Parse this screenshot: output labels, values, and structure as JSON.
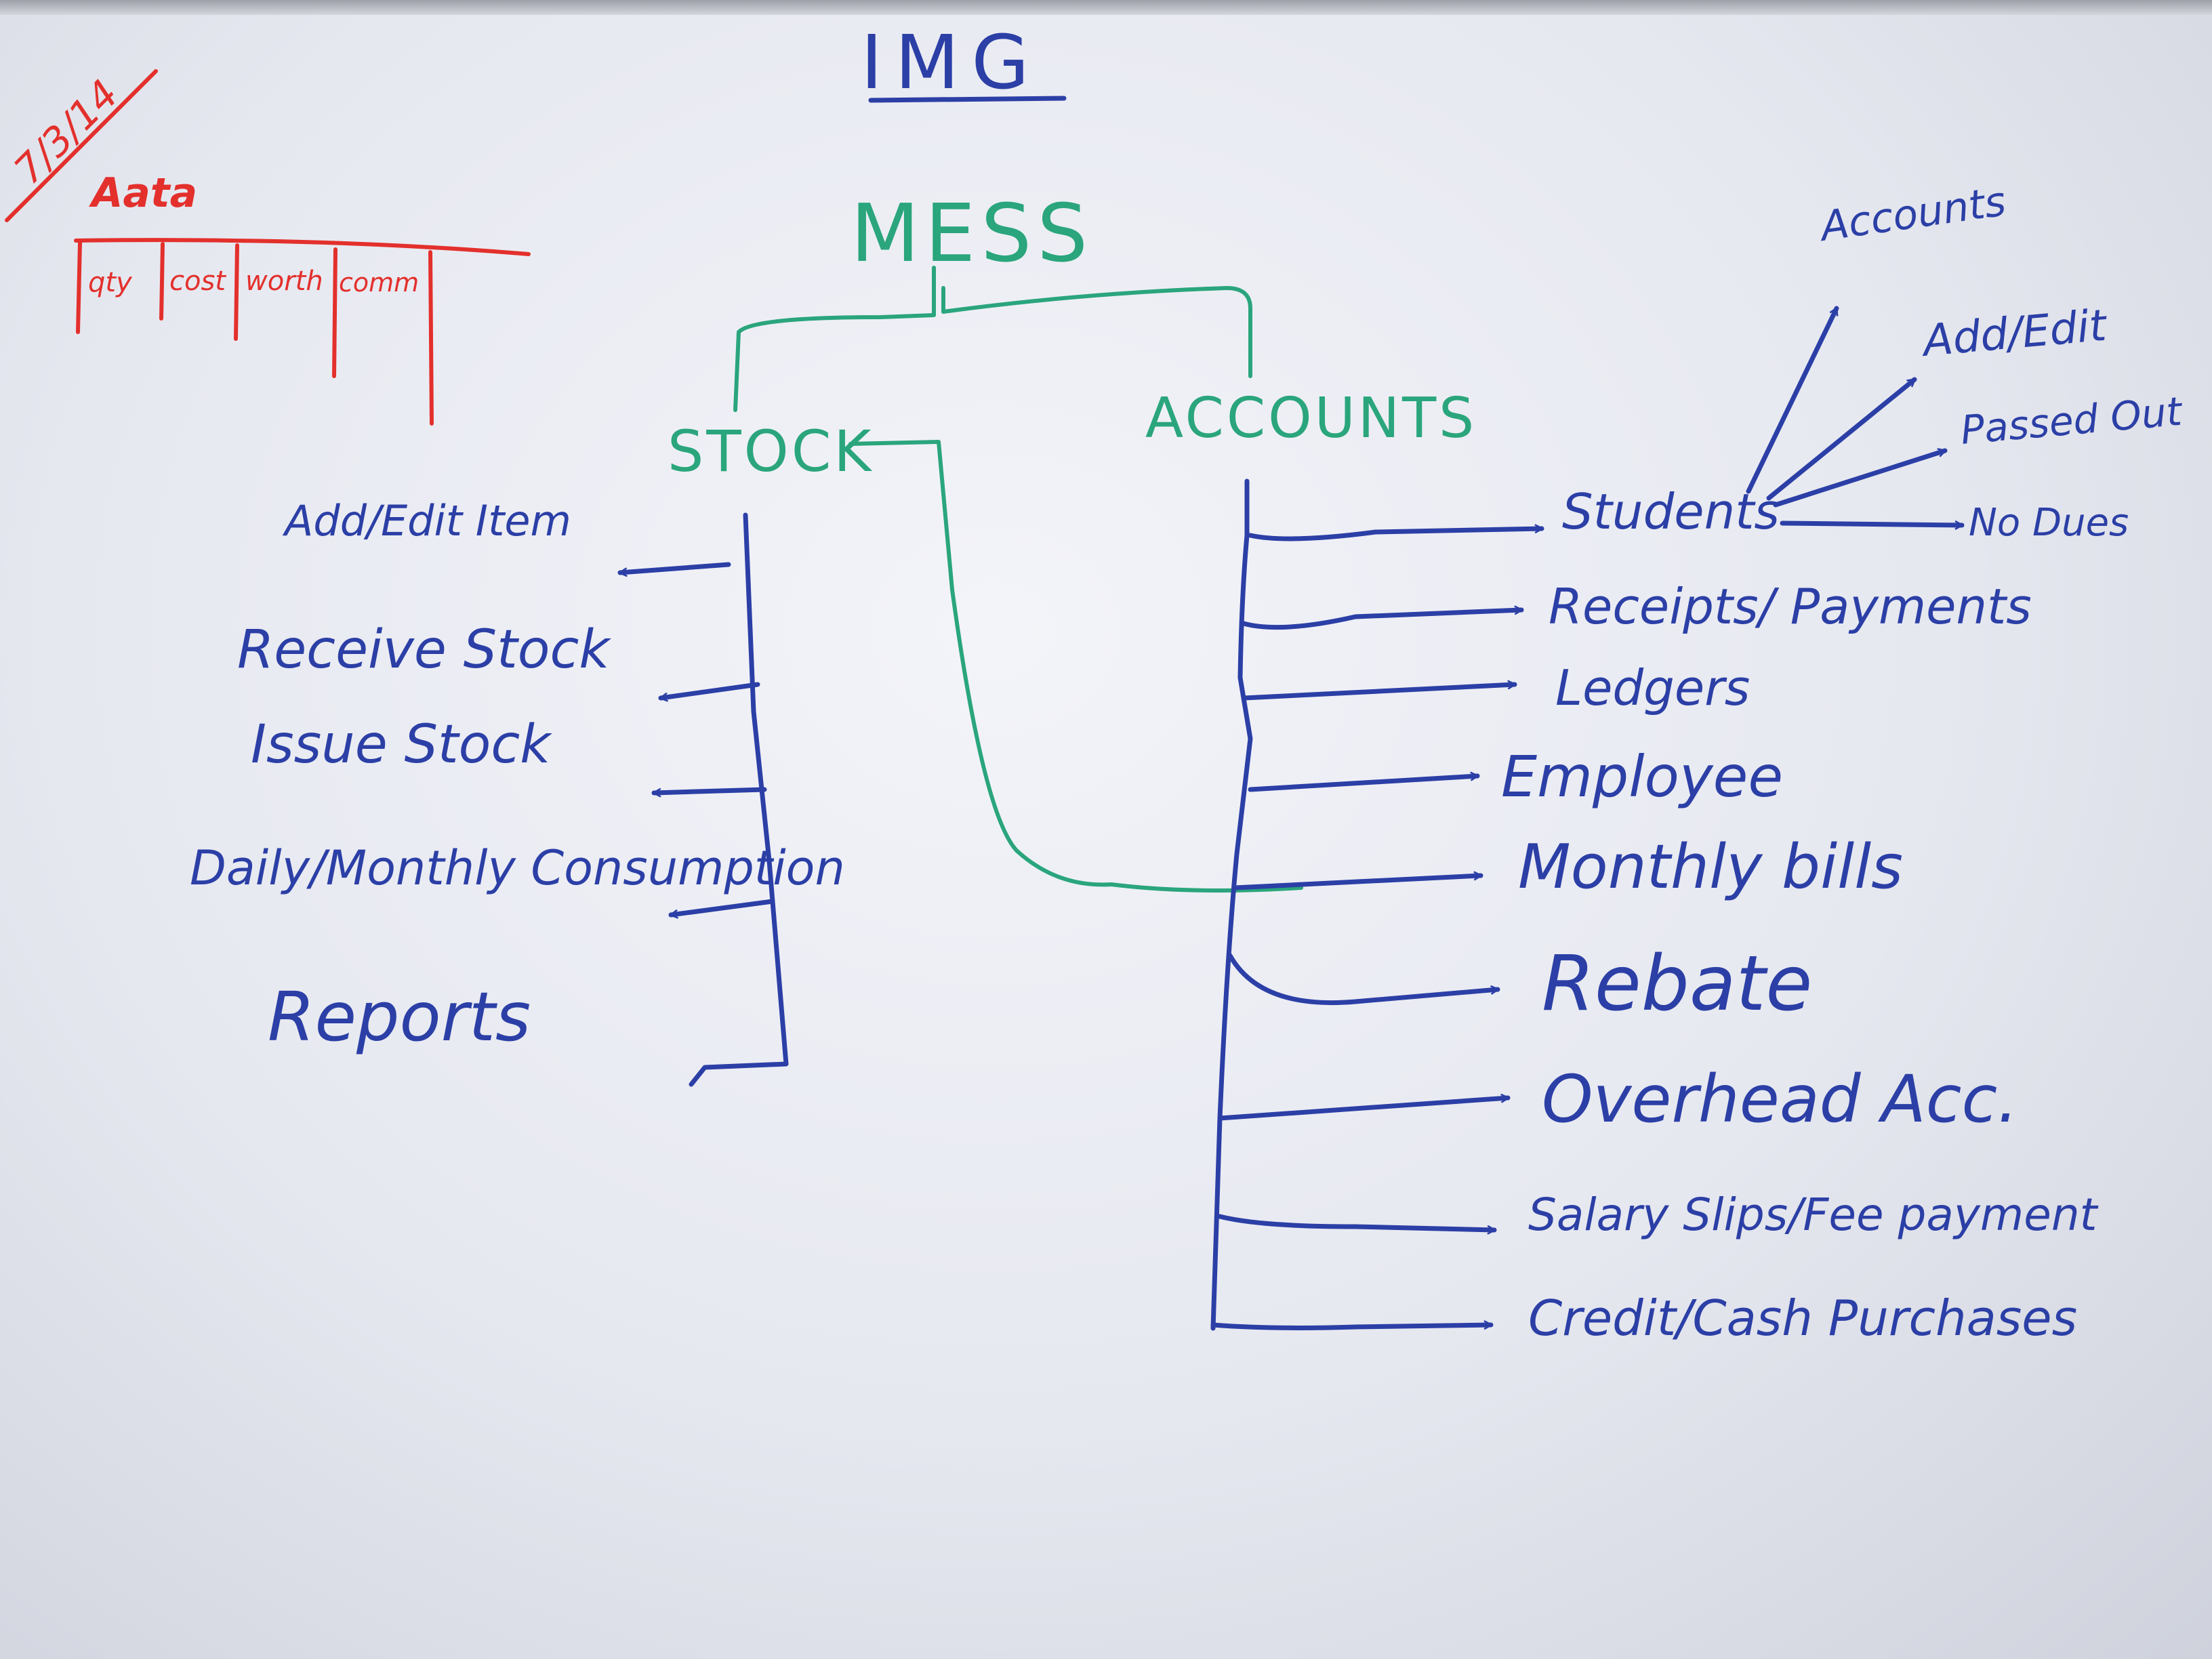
{
  "colors": {
    "board": "#eceef4",
    "blue_marker": "#2b3fa6",
    "green_marker": "#2aa57c",
    "red_marker": "#e3302c"
  },
  "title": "IMG",
  "root": "MESS",
  "corner_note": {
    "date": "7/3/14",
    "item": "Aata",
    "columns": [
      "qty",
      "cost",
      "worth",
      "comm"
    ]
  },
  "stock": {
    "label": "STOCK",
    "items": [
      "Add/Edit Item",
      "Receive Stock",
      "Issue Stock",
      "Daily/Monthly Consumption",
      "Reports"
    ]
  },
  "accounts": {
    "label": "ACCOUNTS",
    "items": [
      "Students",
      "Receipts/ Payments",
      "Ledgers",
      "Employee",
      "Monthly bills",
      "Rebate",
      "Overhead Acc.",
      "Salary Slips/Fee payment",
      "Credit/Cash Purchases"
    ],
    "students_sub": [
      "Accounts",
      "Add/Edit",
      "Passed Out",
      "No Dues"
    ]
  }
}
